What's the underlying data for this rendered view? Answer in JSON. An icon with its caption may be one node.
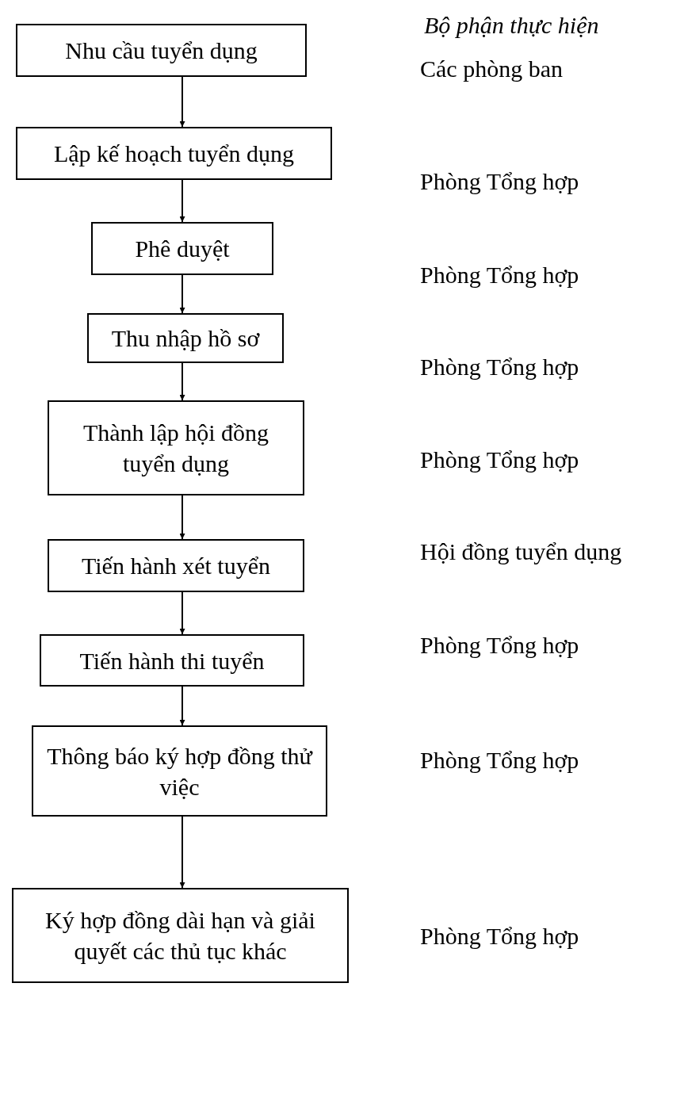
{
  "diagram": {
    "nodes": [
      {
        "text": [
          "Nhu cầu tuyển dụng"
        ]
      },
      {
        "text": [
          "Lập kế hoạch tuyển dụng"
        ]
      },
      {
        "text": [
          "Phê duyệt"
        ]
      },
      {
        "text": [
          "Thu nhập hồ sơ"
        ]
      },
      {
        "text": [
          "Thành lập hội đồng tuyển dụng"
        ]
      },
      {
        "text": [
          "Tiến hành xét tuyển"
        ]
      },
      {
        "text": [
          "Tiến hành thi tuyển"
        ]
      },
      {
        "text": [
          "Thông báo ký hợp đồng thử việc"
        ]
      },
      {
        "text": [
          "Ký hợp đồng dài hạn và giải quyết các thủ tục khác"
        ]
      }
    ],
    "edges": [
      {
        "from": 0,
        "to": 1,
        "arrow": "to"
      },
      {
        "from": 1,
        "to": 2,
        "arrow": "to"
      },
      {
        "from": 2,
        "to": 3,
        "arrow": "to"
      },
      {
        "from": 3,
        "to": 4,
        "arrow": "to"
      },
      {
        "from": 4,
        "to": 5,
        "arrow": "to"
      },
      {
        "from": 5,
        "to": 6,
        "arrow": "to"
      },
      {
        "from": 6,
        "to": 7,
        "arrow": "to"
      },
      {
        "from": 7,
        "to": 8,
        "arrow": "to"
      }
    ],
    "labels": [
      "Bộ phận thực hiện",
      "Các phòng ban",
      "Phòng Tổng hợp",
      "Phòng Tổng hợp",
      "Phòng Tổng hợp",
      "Phòng Tổng hợp",
      "Hội đồng tuyển dụng",
      "Phòng Tổng hợp",
      "Phòng Tổng hợp",
      "Phòng Tổng hợp"
    ]
  }
}
